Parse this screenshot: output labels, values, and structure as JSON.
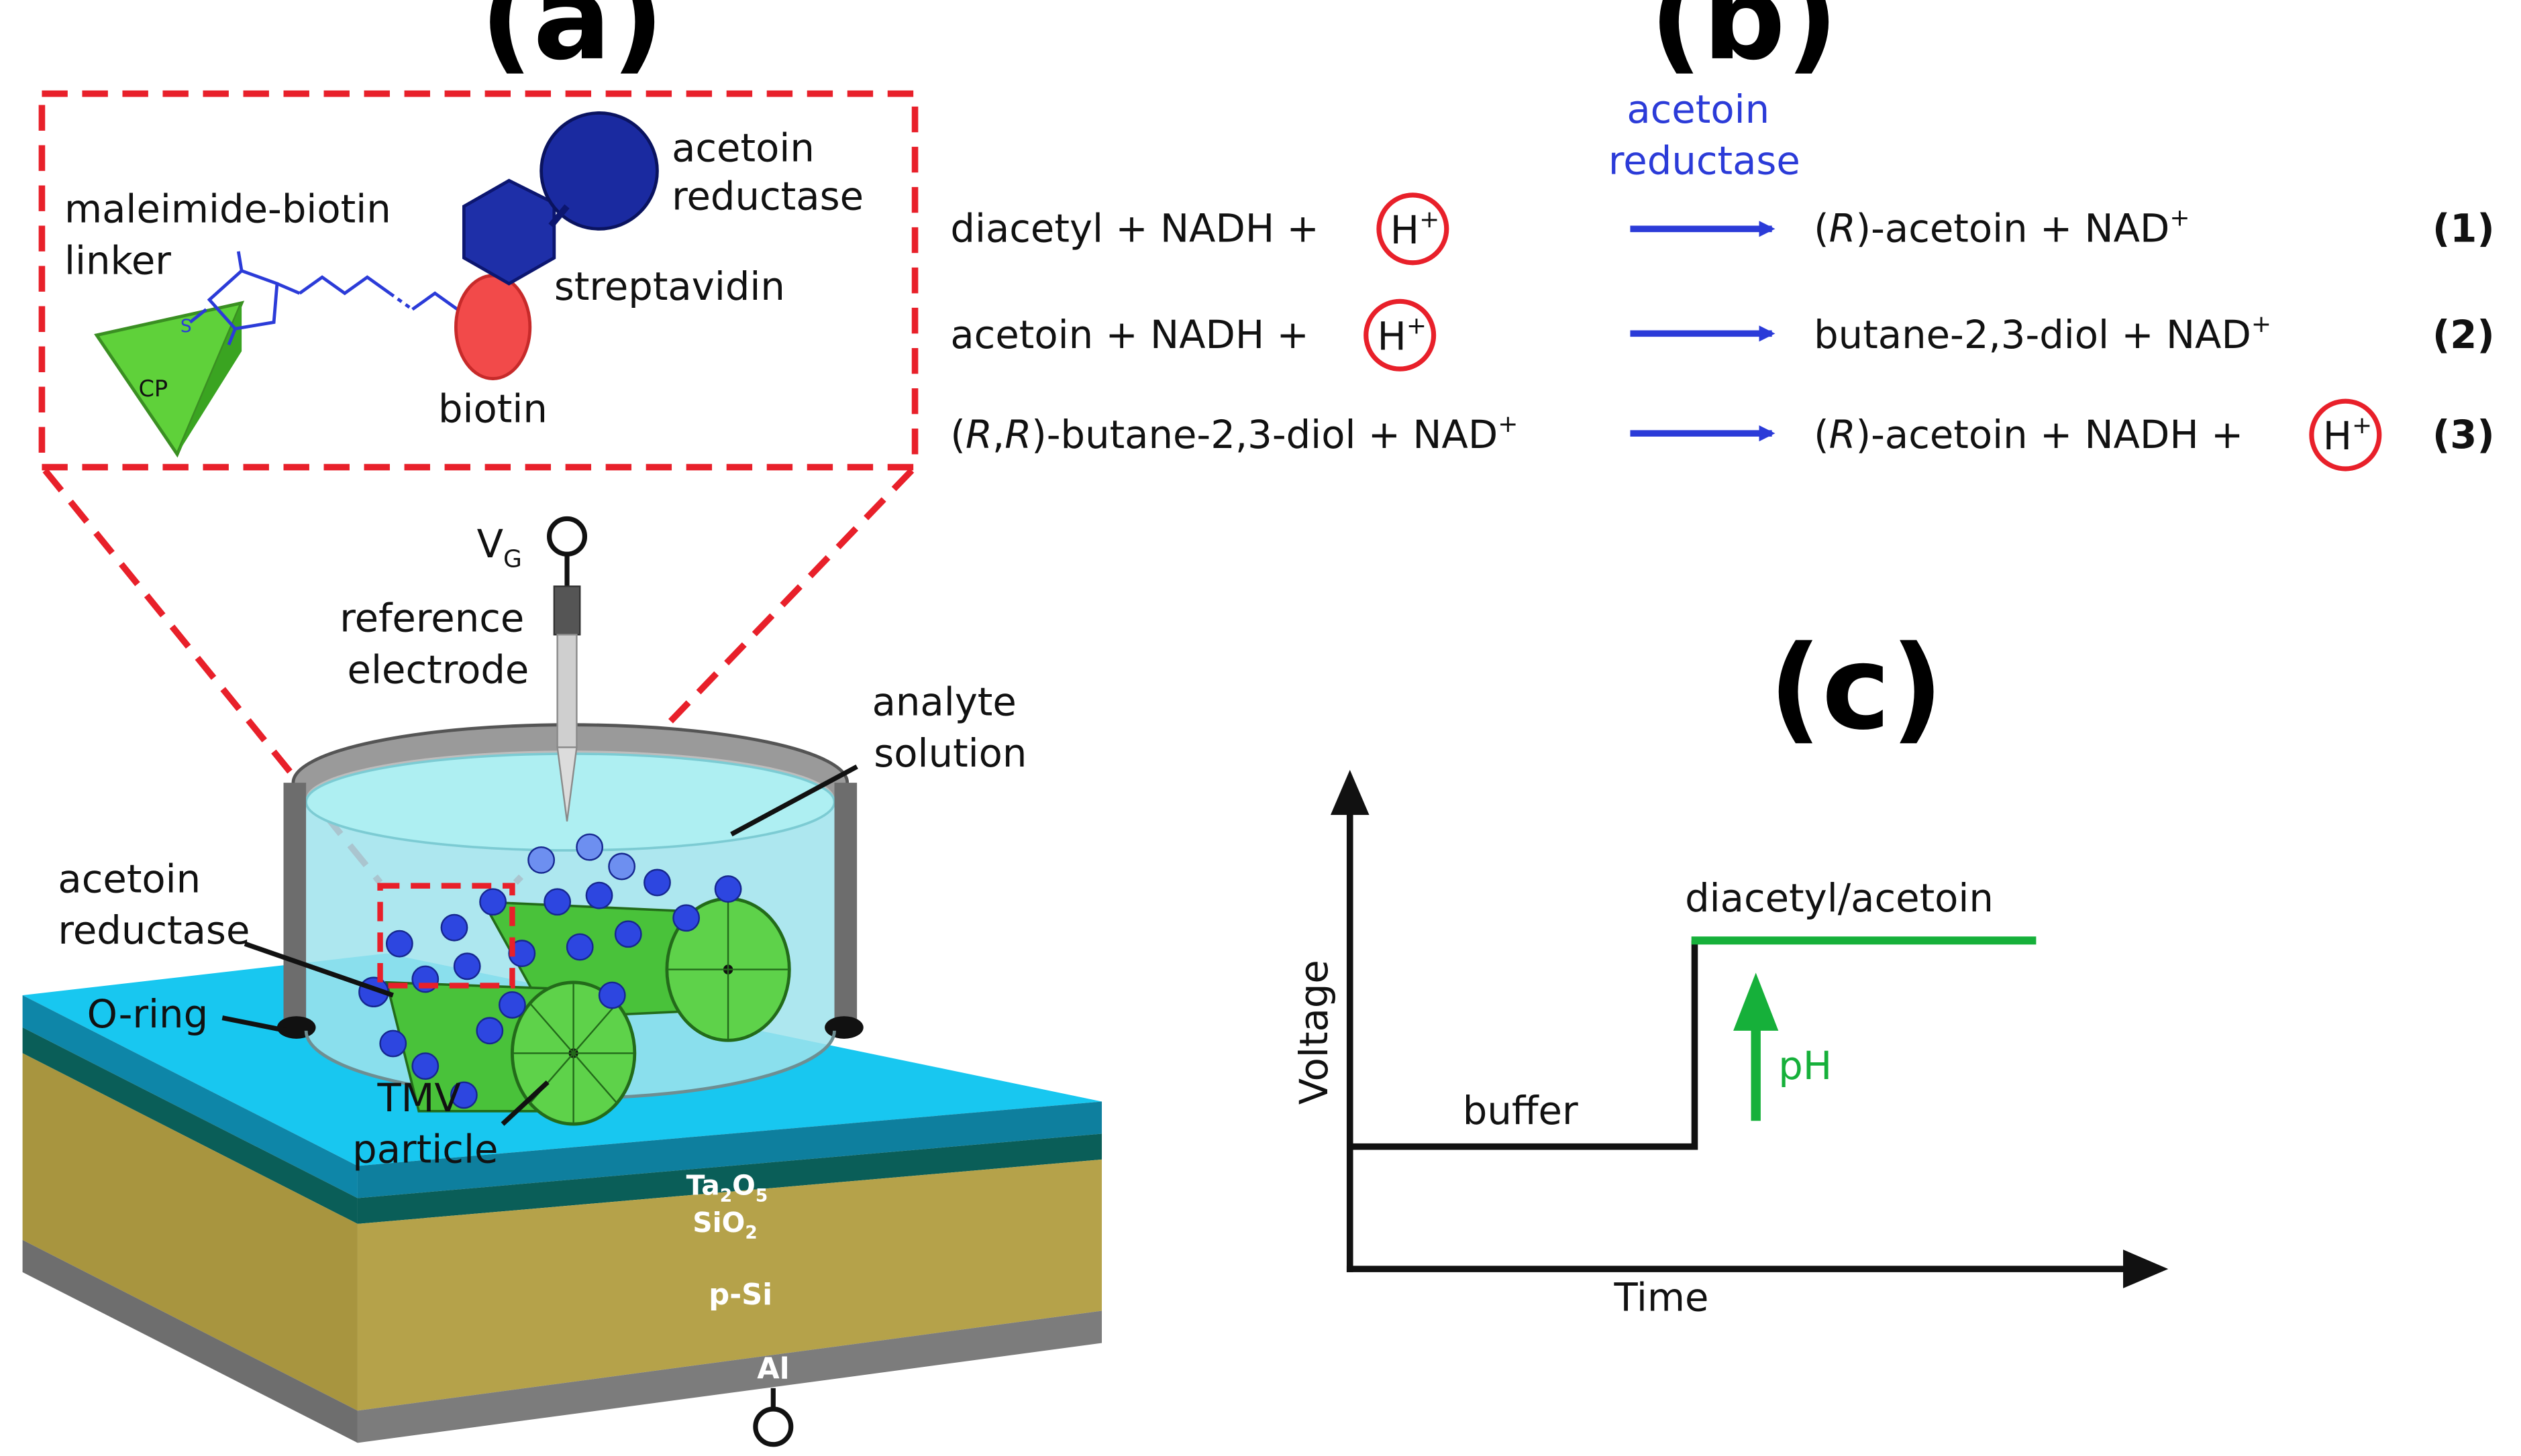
{
  "panels": {
    "a": "(a)",
    "b": "(b)",
    "c": "(c)"
  },
  "panel_a": {
    "inset": {
      "linker": [
        "maleimide-biotin",
        "linker"
      ],
      "enzyme": [
        "acetoin",
        "reductase"
      ],
      "streptavidin": "streptavidin",
      "biotin": "biotin",
      "cp": "CP",
      "sulfur": "S"
    },
    "vg": {
      "main": "V",
      "sub": "G"
    },
    "reference_electrode": [
      "reference",
      "electrode"
    ],
    "analyte_solution": [
      "analyte",
      "solution"
    ],
    "acetoin_reductase": [
      "acetoin",
      "reductase"
    ],
    "o_ring": "O-ring",
    "tmv_particle": [
      "TMV",
      "particle"
    ],
    "layers": {
      "ta2o5": {
        "main": "Ta",
        "sub1": "2",
        "mid": "O",
        "sub2": "5"
      },
      "sio2": {
        "main": "SiO",
        "sub": "2"
      },
      "psi": "p-Si",
      "al": "Al"
    }
  },
  "panel_b": {
    "enzyme_label": [
      "acetoin",
      "reductase"
    ],
    "equations": [
      {
        "lhs": "diacetyl + NADH + ",
        "lhs_hplus": true,
        "rhs_pre": "(",
        "rhs_ital": "R",
        "rhs_post": ")-acetoin + NAD",
        "rhs_sup": "+",
        "rhs_hplus": false,
        "num": "(1)"
      },
      {
        "lhs": "acetoin + NADH + ",
        "lhs_hplus": true,
        "rhs_pre": "butane-2,3-diol + NAD",
        "rhs_sup": "+",
        "rhs_hplus": false,
        "num": "(2)"
      },
      {
        "lhs_pre": "(",
        "lhs_ital1": "R",
        "lhs_comma": ",",
        "lhs_ital2": "R",
        "lhs_post": ")-butane-2,3-diol + NAD",
        "lhs_sup": "+",
        "rhs_pre": "(",
        "rhs_ital": "R",
        "rhs_post": ")-acetoin + NADH + ",
        "rhs_hplus": true,
        "num": "(3)"
      }
    ],
    "hplus": {
      "main": "H",
      "sup": "+"
    }
  },
  "panel_c": {
    "y_axis": "Voltage",
    "x_axis": "Time",
    "buffer": "buffer",
    "analyte": "diacetyl/acetoin",
    "ph": "pH"
  },
  "colors": {
    "red_dash": "#e8202a",
    "blue_arrow": "#2b3bd8",
    "green": "#16b03a",
    "cyan_top": "#18c7f0",
    "teal_ta2o5": "#0e7f9e",
    "teal_sio2": "#0a5e58",
    "psi": "#b5a24a",
    "al": "#7c7c7c"
  }
}
